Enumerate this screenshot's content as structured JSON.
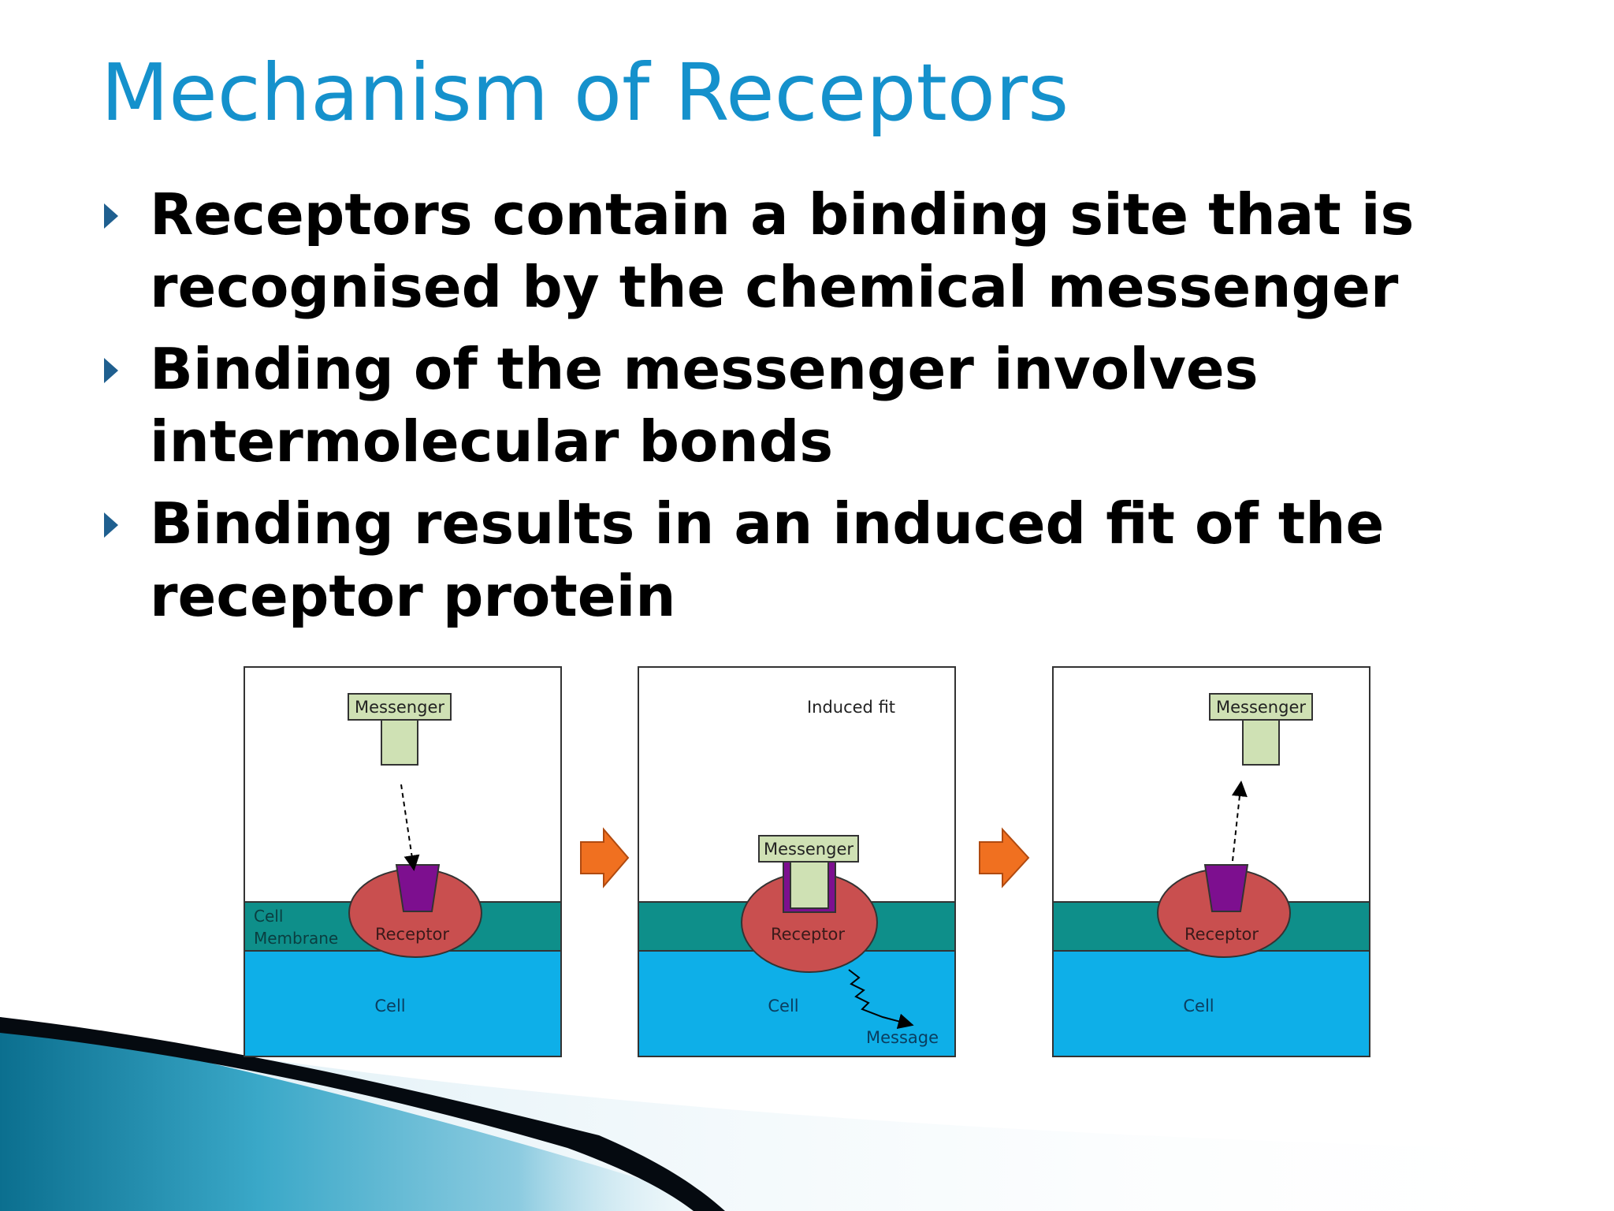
{
  "slide": {
    "title": "Mechanism of Receptors",
    "bullets": [
      "Receptors contain a binding site that is recognised by the chemical messenger",
      "Binding of the messenger involves intermolecular bonds",
      "Binding results in an induced fit of the receptor protein"
    ]
  },
  "diagram": {
    "panel1": {
      "messenger": "Messenger",
      "membrane_label_line1": "Cell",
      "membrane_label_line2": "Membrane",
      "receptor": "Receptor",
      "cell": "Cell"
    },
    "panel2": {
      "heading": "Induced fit",
      "messenger": "Messenger",
      "receptor": "Receptor",
      "cell": "Cell",
      "message": "Message"
    },
    "panel3": {
      "messenger": "Messenger",
      "receptor": "Receptor",
      "cell": "Cell"
    },
    "colors": {
      "title": "#1591cc",
      "membrane": "#0e8f8a",
      "cell": "#0eafe8",
      "receptor": "#c94f4f",
      "binding_site": "#7d0f8f",
      "messenger": "#cfe1b4",
      "arrow": "#f07020"
    }
  }
}
